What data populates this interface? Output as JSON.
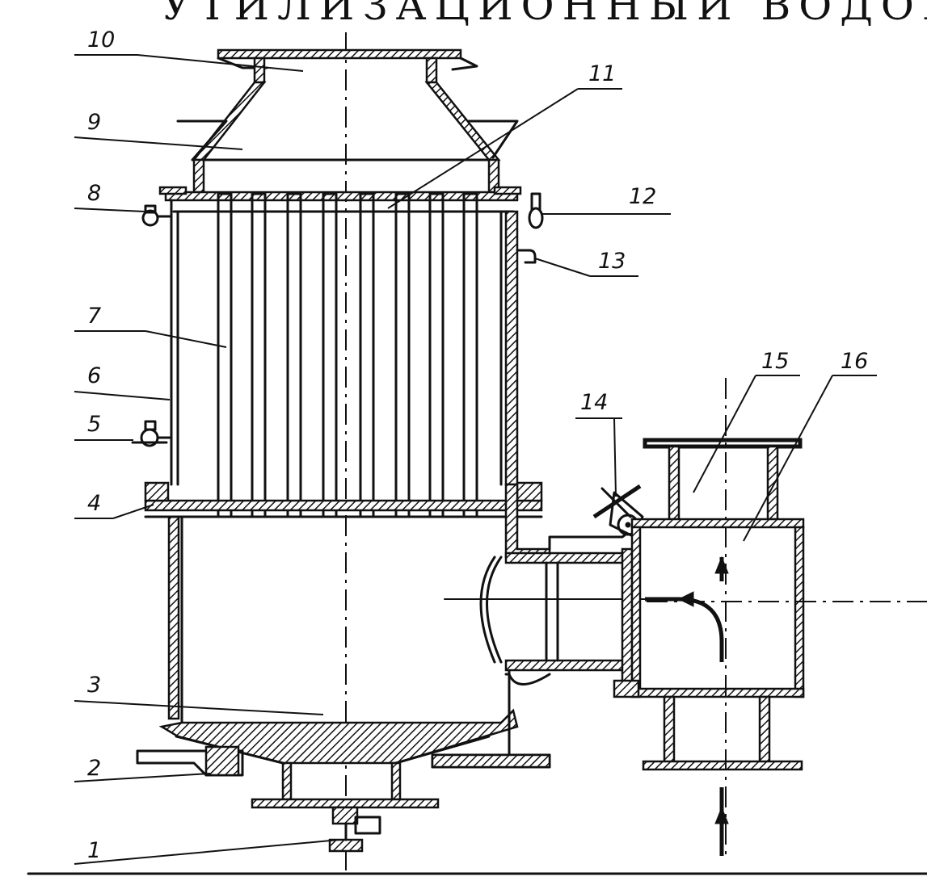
{
  "title": "УТИЛИЗАЦИОННЫЙ ВОДОГРЕЙНЫЙ КОТ",
  "callouts": [
    {
      "id": "1",
      "label": "1"
    },
    {
      "id": "2",
      "label": "2"
    },
    {
      "id": "3",
      "label": "3"
    },
    {
      "id": "4",
      "label": "4"
    },
    {
      "id": "5",
      "label": "5"
    },
    {
      "id": "6",
      "label": "6"
    },
    {
      "id": "7",
      "label": "7"
    },
    {
      "id": "8",
      "label": "8"
    },
    {
      "id": "9",
      "label": "9"
    },
    {
      "id": "10",
      "label": "10"
    },
    {
      "id": "11",
      "label": "11"
    },
    {
      "id": "12",
      "label": "12"
    },
    {
      "id": "13",
      "label": "13"
    },
    {
      "id": "14",
      "label": "14"
    },
    {
      "id": "15",
      "label": "15"
    },
    {
      "id": "16",
      "label": "16"
    }
  ],
  "colors": {
    "ink": "#111111",
    "paper": "#ffffff"
  }
}
